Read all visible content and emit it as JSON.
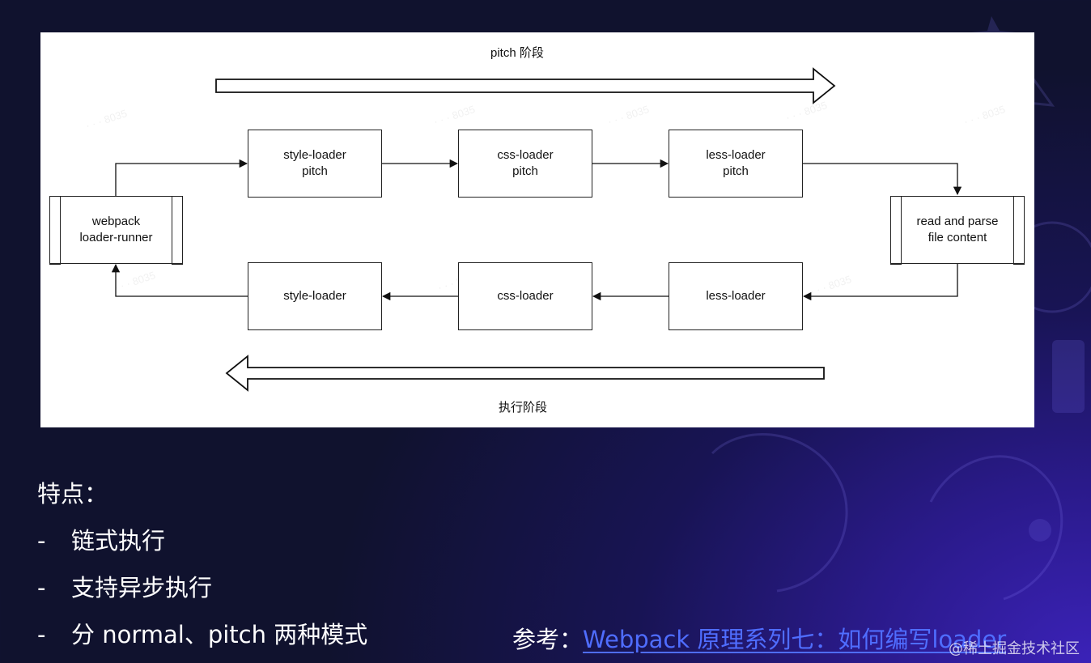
{
  "diagram": {
    "top_phase_label": "pitch 阶段",
    "bottom_phase_label": "执行阶段",
    "nodes": {
      "runner": {
        "line1": "webpack",
        "line2": "loader-runner"
      },
      "style_pitch": {
        "line1": "style-loader",
        "line2": "pitch"
      },
      "css_pitch": {
        "line1": "css-loader",
        "line2": "pitch"
      },
      "less_pitch": {
        "line1": "less-loader",
        "line2": "pitch"
      },
      "read_parse": {
        "line1": "read and parse",
        "line2": "file content"
      },
      "less_normal": {
        "label": "less-loader"
      },
      "css_normal": {
        "label": "css-loader"
      },
      "style_normal": {
        "label": "style-loader"
      }
    }
  },
  "features": {
    "heading": "特点：",
    "items": [
      {
        "dash": "-",
        "text": "链式执行"
      },
      {
        "dash": "-",
        "text": "支持异步执行"
      },
      {
        "dash": "-",
        "text": "分 normal、pitch 两种模式"
      }
    ]
  },
  "reference": {
    "prefix": "参考：",
    "link_text": "Webpack 原理系列七：如何编写loader"
  },
  "site_watermark": "@稀土掘金技术社区",
  "colors": {
    "background_dark": "#10122e",
    "background_accent": "#3b22b8",
    "link": "#4f6dff",
    "text": "#ffffff"
  }
}
